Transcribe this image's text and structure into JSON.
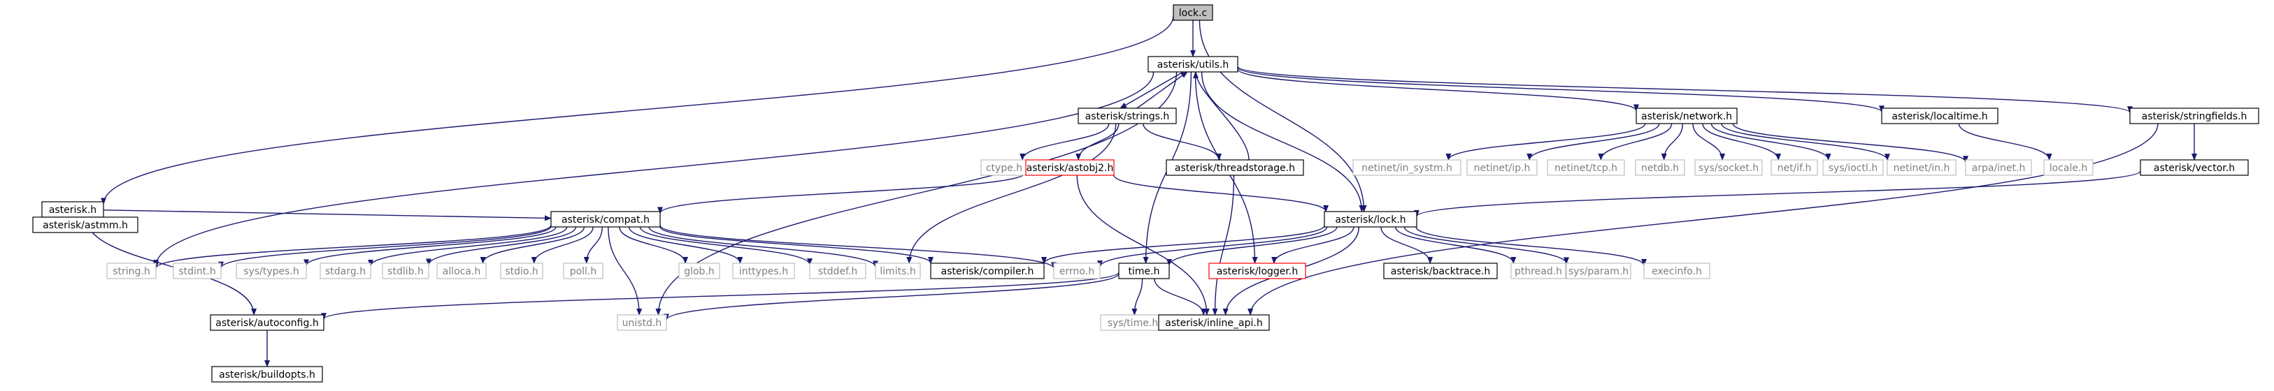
{
  "title": "lock.c",
  "colors": {
    "edge": "#191970",
    "node_border": "#000000",
    "missing_border": "#bfbfbf",
    "missing_text": "#808080",
    "truncated_border": "#ff0000",
    "root_fill": "#bfbfbf",
    "background": "#ffffff"
  },
  "nodes": [
    {
      "id": "lock_c",
      "label": "lock.c",
      "kind": "root"
    },
    {
      "id": "utils",
      "label": "asterisk/utils.h",
      "kind": "file"
    },
    {
      "id": "asterisk_h",
      "label": "asterisk.h",
      "kind": "file"
    },
    {
      "id": "astmm",
      "label": "asterisk/astmm.h",
      "kind": "file"
    },
    {
      "id": "strings",
      "label": "asterisk/strings.h",
      "kind": "file"
    },
    {
      "id": "network",
      "label": "asterisk/network.h",
      "kind": "file"
    },
    {
      "id": "localtime",
      "label": "asterisk/localtime.h",
      "kind": "file"
    },
    {
      "id": "stringfields",
      "label": "asterisk/stringfields.h",
      "kind": "file"
    },
    {
      "id": "ctype",
      "label": "ctype.h",
      "kind": "missing"
    },
    {
      "id": "astobj2",
      "label": "asterisk/astobj2.h",
      "kind": "truncated"
    },
    {
      "id": "threadstorage",
      "label": "asterisk/threadstorage.h",
      "kind": "file"
    },
    {
      "id": "netinet_systm",
      "label": "netinet/in_systm.h",
      "kind": "missing"
    },
    {
      "id": "netinet_ip",
      "label": "netinet/ip.h",
      "kind": "missing"
    },
    {
      "id": "netinet_tcp",
      "label": "netinet/tcp.h",
      "kind": "missing"
    },
    {
      "id": "netdb",
      "label": "netdb.h",
      "kind": "missing"
    },
    {
      "id": "sys_socket",
      "label": "sys/socket.h",
      "kind": "missing"
    },
    {
      "id": "net_if",
      "label": "net/if.h",
      "kind": "missing"
    },
    {
      "id": "sys_ioctl",
      "label": "sys/ioctl.h",
      "kind": "missing"
    },
    {
      "id": "netinet_in",
      "label": "netinet/in.h",
      "kind": "missing"
    },
    {
      "id": "arpa_inet",
      "label": "arpa/inet.h",
      "kind": "missing"
    },
    {
      "id": "locale",
      "label": "locale.h",
      "kind": "missing"
    },
    {
      "id": "vector",
      "label": "asterisk/vector.h",
      "kind": "file"
    },
    {
      "id": "compat",
      "label": "asterisk/compat.h",
      "kind": "file"
    },
    {
      "id": "lock_h",
      "label": "asterisk/lock.h",
      "kind": "file"
    },
    {
      "id": "string_h",
      "label": "string.h",
      "kind": "missing"
    },
    {
      "id": "stdint",
      "label": "stdint.h",
      "kind": "missing"
    },
    {
      "id": "sys_types",
      "label": "sys/types.h",
      "kind": "missing"
    },
    {
      "id": "stdarg",
      "label": "stdarg.h",
      "kind": "missing"
    },
    {
      "id": "stdlib",
      "label": "stdlib.h",
      "kind": "missing"
    },
    {
      "id": "alloca",
      "label": "alloca.h",
      "kind": "missing"
    },
    {
      "id": "stdio",
      "label": "stdio.h",
      "kind": "missing"
    },
    {
      "id": "poll",
      "label": "poll.h",
      "kind": "missing"
    },
    {
      "id": "glob",
      "label": "glob.h",
      "kind": "missing"
    },
    {
      "id": "inttypes",
      "label": "inttypes.h",
      "kind": "missing"
    },
    {
      "id": "stddef",
      "label": "stddef.h",
      "kind": "missing"
    },
    {
      "id": "limits",
      "label": "limits.h",
      "kind": "missing"
    },
    {
      "id": "compiler",
      "label": "asterisk/compiler.h",
      "kind": "file"
    },
    {
      "id": "errno",
      "label": "errno.h",
      "kind": "missing"
    },
    {
      "id": "time_h",
      "label": "time.h",
      "kind": "file"
    },
    {
      "id": "logger",
      "label": "asterisk/logger.h",
      "kind": "truncated"
    },
    {
      "id": "backtrace",
      "label": "asterisk/backtrace.h",
      "kind": "file"
    },
    {
      "id": "pthread",
      "label": "pthread.h",
      "kind": "missing"
    },
    {
      "id": "sys_param",
      "label": "sys/param.h",
      "kind": "missing"
    },
    {
      "id": "execinfo",
      "label": "execinfo.h",
      "kind": "missing"
    },
    {
      "id": "autoconfig",
      "label": "asterisk/autoconfig.h",
      "kind": "file"
    },
    {
      "id": "unistd",
      "label": "unistd.h",
      "kind": "missing"
    },
    {
      "id": "sys_time",
      "label": "sys/time.h",
      "kind": "missing"
    },
    {
      "id": "inline_api",
      "label": "asterisk/inline_api.h",
      "kind": "file"
    },
    {
      "id": "buildopts",
      "label": "asterisk/buildopts.h",
      "kind": "file"
    }
  ],
  "edges": [
    [
      "lock_c",
      "utils"
    ],
    [
      "lock_c",
      "asterisk_h"
    ],
    [
      "lock_c",
      "lock_h"
    ],
    [
      "asterisk_h",
      "astmm"
    ],
    [
      "asterisk_h",
      "compat"
    ],
    [
      "asterisk_h",
      "autoconfig"
    ],
    [
      "utils",
      "strings"
    ],
    [
      "utils",
      "network"
    ],
    [
      "utils",
      "localtime"
    ],
    [
      "utils",
      "stringfields"
    ],
    [
      "utils",
      "lock_h"
    ],
    [
      "utils",
      "logger"
    ],
    [
      "utils",
      "time_h"
    ],
    [
      "utils",
      "string_h"
    ],
    [
      "utils",
      "unistd"
    ],
    [
      "strings",
      "utils"
    ],
    [
      "strings",
      "ctype"
    ],
    [
      "strings",
      "astobj2"
    ],
    [
      "strings",
      "threadstorage"
    ],
    [
      "strings",
      "limits"
    ],
    [
      "threadstorage",
      "utils"
    ],
    [
      "threadstorage",
      "inline_api"
    ],
    [
      "astobj2",
      "compat"
    ],
    [
      "astobj2",
      "lock_h"
    ],
    [
      "astobj2",
      "inline_api"
    ],
    [
      "network",
      "netinet_systm"
    ],
    [
      "network",
      "netinet_ip"
    ],
    [
      "network",
      "netinet_tcp"
    ],
    [
      "network",
      "netdb"
    ],
    [
      "network",
      "sys_socket"
    ],
    [
      "network",
      "net_if"
    ],
    [
      "network",
      "sys_ioctl"
    ],
    [
      "network",
      "netinet_in"
    ],
    [
      "network",
      "arpa_inet"
    ],
    [
      "localtime",
      "locale"
    ],
    [
      "stringfields",
      "vector"
    ],
    [
      "stringfields",
      "inline_api"
    ],
    [
      "vector",
      "lock_h"
    ],
    [
      "compat",
      "string_h"
    ],
    [
      "compat",
      "stdint"
    ],
    [
      "compat",
      "sys_types"
    ],
    [
      "compat",
      "stdarg"
    ],
    [
      "compat",
      "stdlib"
    ],
    [
      "compat",
      "alloca"
    ],
    [
      "compat",
      "stdio"
    ],
    [
      "compat",
      "poll"
    ],
    [
      "compat",
      "glob"
    ],
    [
      "compat",
      "inttypes"
    ],
    [
      "compat",
      "stddef"
    ],
    [
      "compat",
      "limits"
    ],
    [
      "compat",
      "compiler"
    ],
    [
      "compat",
      "errno"
    ],
    [
      "compat",
      "unistd"
    ],
    [
      "lock_h",
      "compiler"
    ],
    [
      "lock_h",
      "errno"
    ],
    [
      "lock_h",
      "time_h"
    ],
    [
      "lock_h",
      "logger"
    ],
    [
      "lock_h",
      "backtrace"
    ],
    [
      "lock_h",
      "pthread"
    ],
    [
      "lock_h",
      "sys_param"
    ],
    [
      "lock_h",
      "execinfo"
    ],
    [
      "lock_h",
      "inline_api"
    ],
    [
      "time_h",
      "autoconfig"
    ],
    [
      "time_h",
      "unistd"
    ],
    [
      "time_h",
      "sys_time"
    ],
    [
      "time_h",
      "inline_api"
    ],
    [
      "autoconfig",
      "buildopts"
    ]
  ]
}
